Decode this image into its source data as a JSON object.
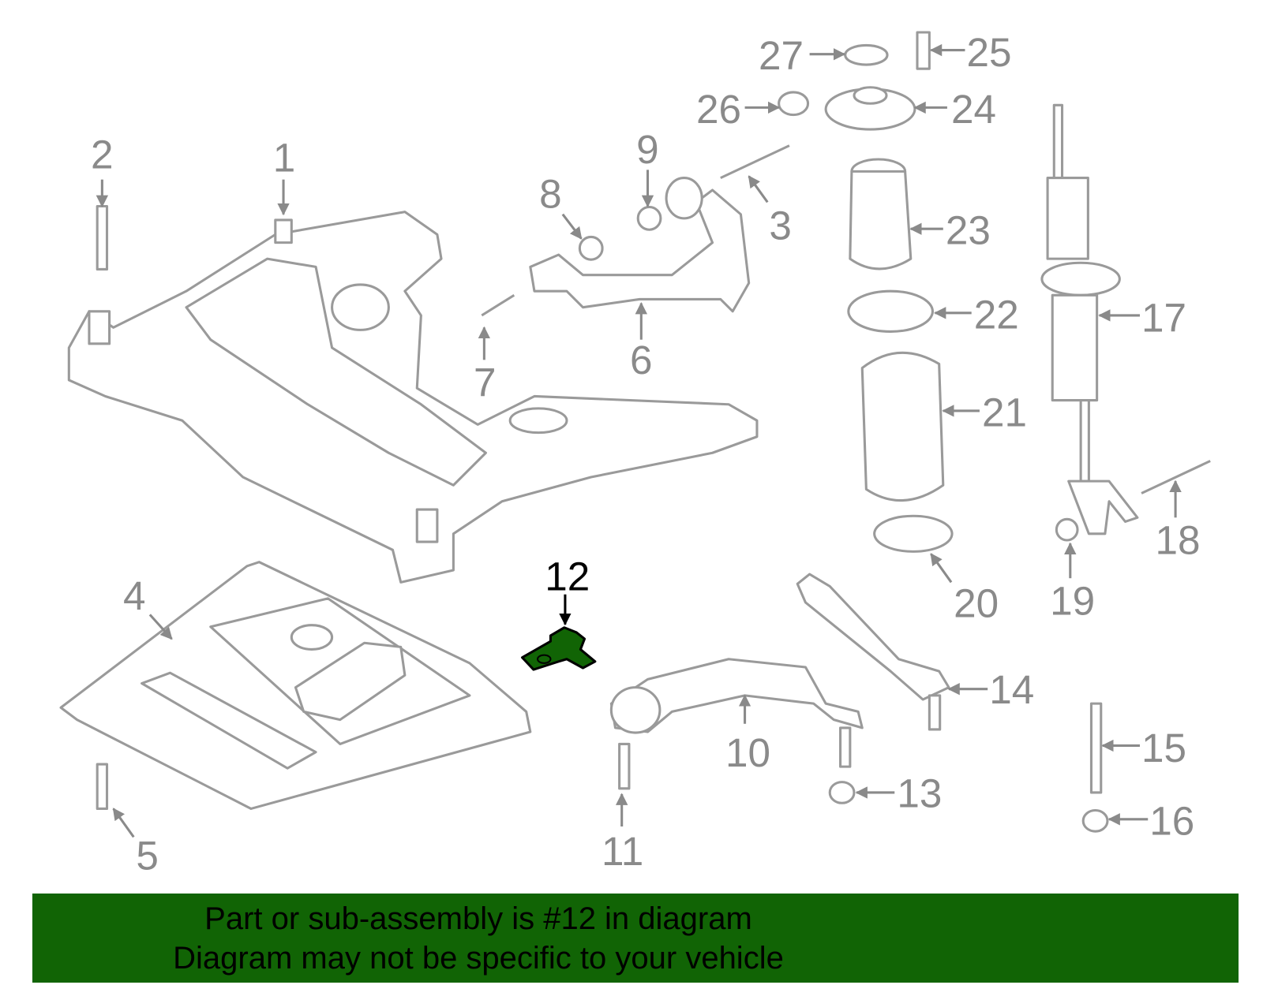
{
  "diagram": {
    "highlight_color": "#116405",
    "highlighted_part": "12",
    "callouts": [
      "1",
      "2",
      "3",
      "4",
      "5",
      "6",
      "7",
      "8",
      "9",
      "10",
      "11",
      "12",
      "13",
      "14",
      "15",
      "16",
      "17",
      "18",
      "19",
      "20",
      "21",
      "22",
      "23",
      "24",
      "25",
      "26",
      "27"
    ]
  },
  "banner": {
    "line1": "Part or sub-assembly is #12 in diagram",
    "line2": "Diagram may not be specific to your vehicle"
  }
}
